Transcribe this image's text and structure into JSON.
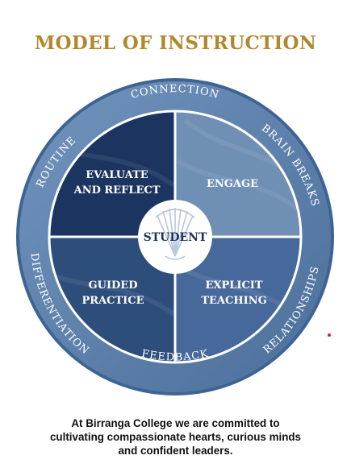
{
  "title": "MODEL OF INSTRUCTION",
  "ring": {
    "labels": {
      "connection": "CONNECTION",
      "brain_breaks": "BRAIN BREAKS",
      "relationships": "RELATIONSHIPS",
      "feedback": "FEEDBACK",
      "differentiation": "DIFFERENTIATION",
      "routine": "ROUTINE"
    }
  },
  "quadrants": {
    "top_left": [
      "EVALUATE",
      "AND REFLECT"
    ],
    "top_right": [
      "ENGAGE"
    ],
    "bottom_left": [
      "GUIDED",
      "PRACTICE"
    ],
    "bottom_right": [
      "EXPLICIT",
      "TEACHING"
    ]
  },
  "center": {
    "label": "STUDENT"
  },
  "colors": {
    "title": "#b0892f",
    "ring": "#5d7fa8",
    "quad_top_left": "#1b3560",
    "quad_top_right": "#6f8fb5",
    "quad_bottom_left": "#2d4d7b",
    "quad_bottom_right": "#46689a"
  },
  "caption": [
    "At Birranga College we are committed to",
    "cultivating compassionate hearts, curious minds",
    "and confident leaders."
  ]
}
